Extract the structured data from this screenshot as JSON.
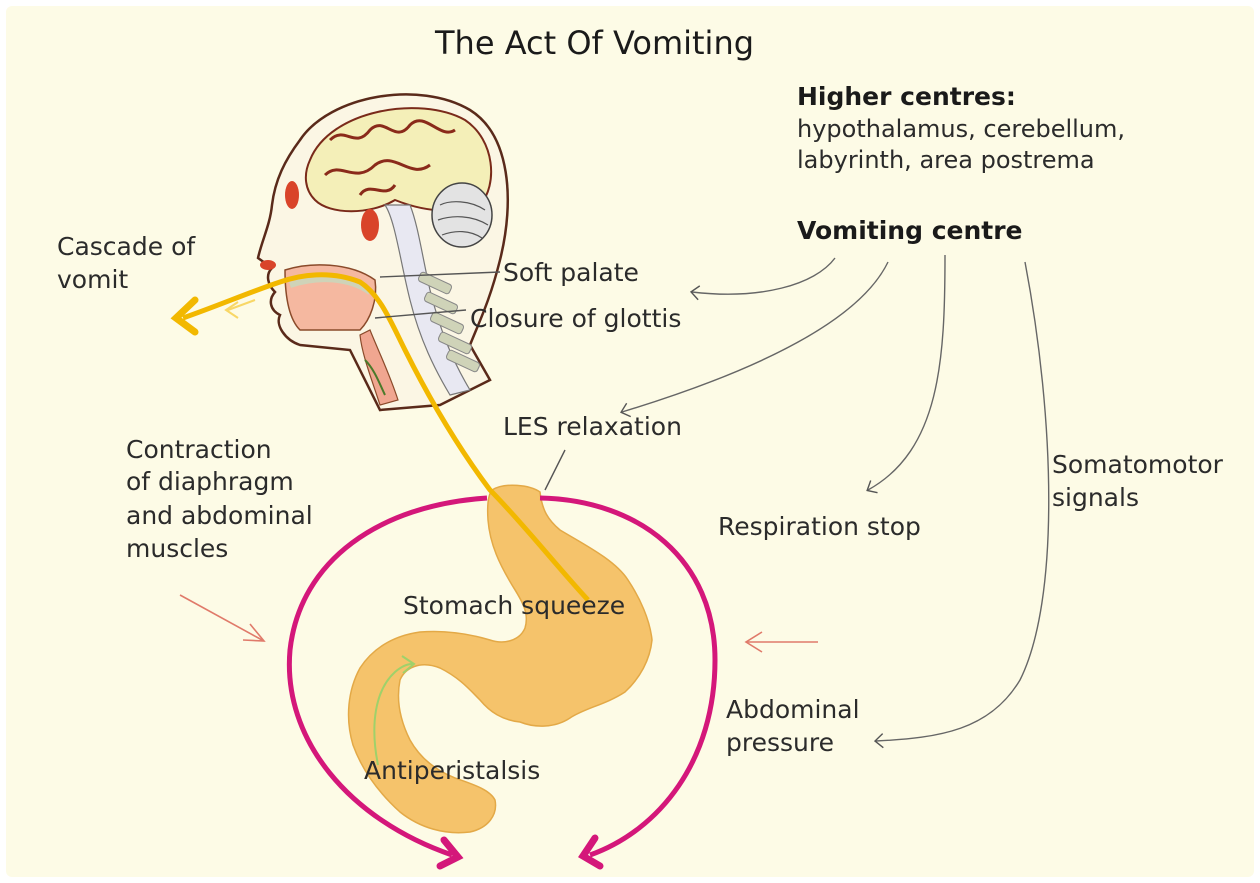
{
  "title": "The Act Of Vomiting",
  "higher_centres": {
    "heading": "Higher centres:",
    "line1": "hypothalamus, cerebellum,",
    "line2": "labyrinth, area postrema"
  },
  "vomiting_centre": "Vomiting centre",
  "cascade": {
    "line1": "Cascade of",
    "line2": "vomit"
  },
  "soft_palate": "Soft palate",
  "closure_glottis": "Closure of glottis",
  "les_relaxation": "LES relaxation",
  "contraction": {
    "line1": "Contraction",
    "line2": "of diaphragm",
    "line3": "and abdominal",
    "line4": "muscles"
  },
  "respiration_stop": "Respiration stop",
  "somatomotor": {
    "line1": "Somatomotor",
    "line2": "signals"
  },
  "stomach_squeeze": "Stomach squeeze",
  "abdominal_pressure": {
    "line1": "Abdominal",
    "line2": "pressure"
  },
  "antiperistalsis": "Antiperistalsis",
  "colors": {
    "background": "#fdfbe6",
    "magenta_arrow": "#d4177a",
    "vomit_path": "#f2b800",
    "stomach": "#f5c36b",
    "brain_outline": "#7a2a1a",
    "text": "#2b2b2b"
  }
}
